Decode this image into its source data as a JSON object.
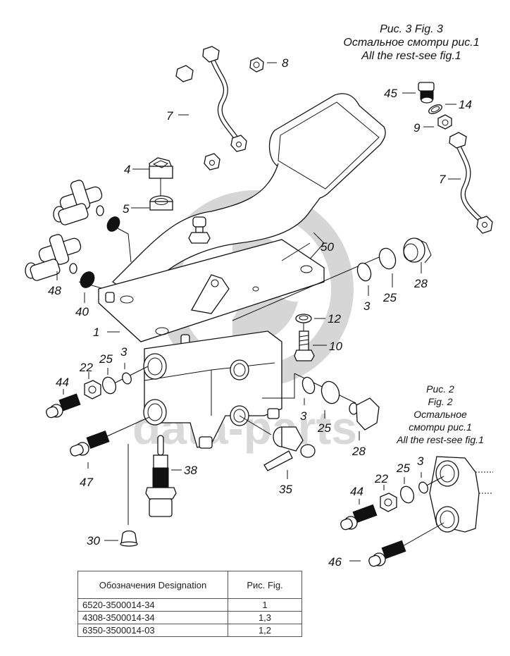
{
  "figure_notes": {
    "fig3": {
      "line1": "Рис. 3 Fig. 3",
      "line2": "Остальное смотри рис.1",
      "line3": "All the rest-see fig.1"
    },
    "fig2": {
      "line1": "Рис. 2",
      "line2": "Fig. 2",
      "line3": "Остальное",
      "line4": "смотри рис.1",
      "line5": "All the rest-see fig.1"
    }
  },
  "watermark": {
    "text": "data-parts",
    "color": "#d6d6d6"
  },
  "callouts": {
    "c8": "8",
    "c7a": "7",
    "c7b": "7",
    "c4": "4",
    "c5": "5",
    "c45": "45",
    "c14": "14",
    "c9": "9",
    "c48": "48",
    "c40": "40",
    "c1": "1",
    "c50": "50",
    "c3a": "3",
    "c25a": "25",
    "c28a": "28",
    "c12": "12",
    "c10": "10",
    "c44a": "44",
    "c22a": "22",
    "c25b": "25",
    "c3b": "3",
    "c3c": "3",
    "c25c": "25",
    "c28b": "28",
    "c47": "47",
    "c38": "38",
    "c35": "35",
    "c30": "30",
    "c44b": "44",
    "c22b": "22",
    "c25d": "25",
    "c3d": "3",
    "c46": "46"
  },
  "table": {
    "headers": [
      "Обозначения Designation",
      "Рис. Fig."
    ],
    "rows": [
      {
        "designation": "6520-3500014-34",
        "fig": "1"
      },
      {
        "designation": "4308-3500014-34",
        "fig": "1,3"
      },
      {
        "designation": "6350-3500014-03",
        "fig": "1,2"
      }
    ]
  }
}
